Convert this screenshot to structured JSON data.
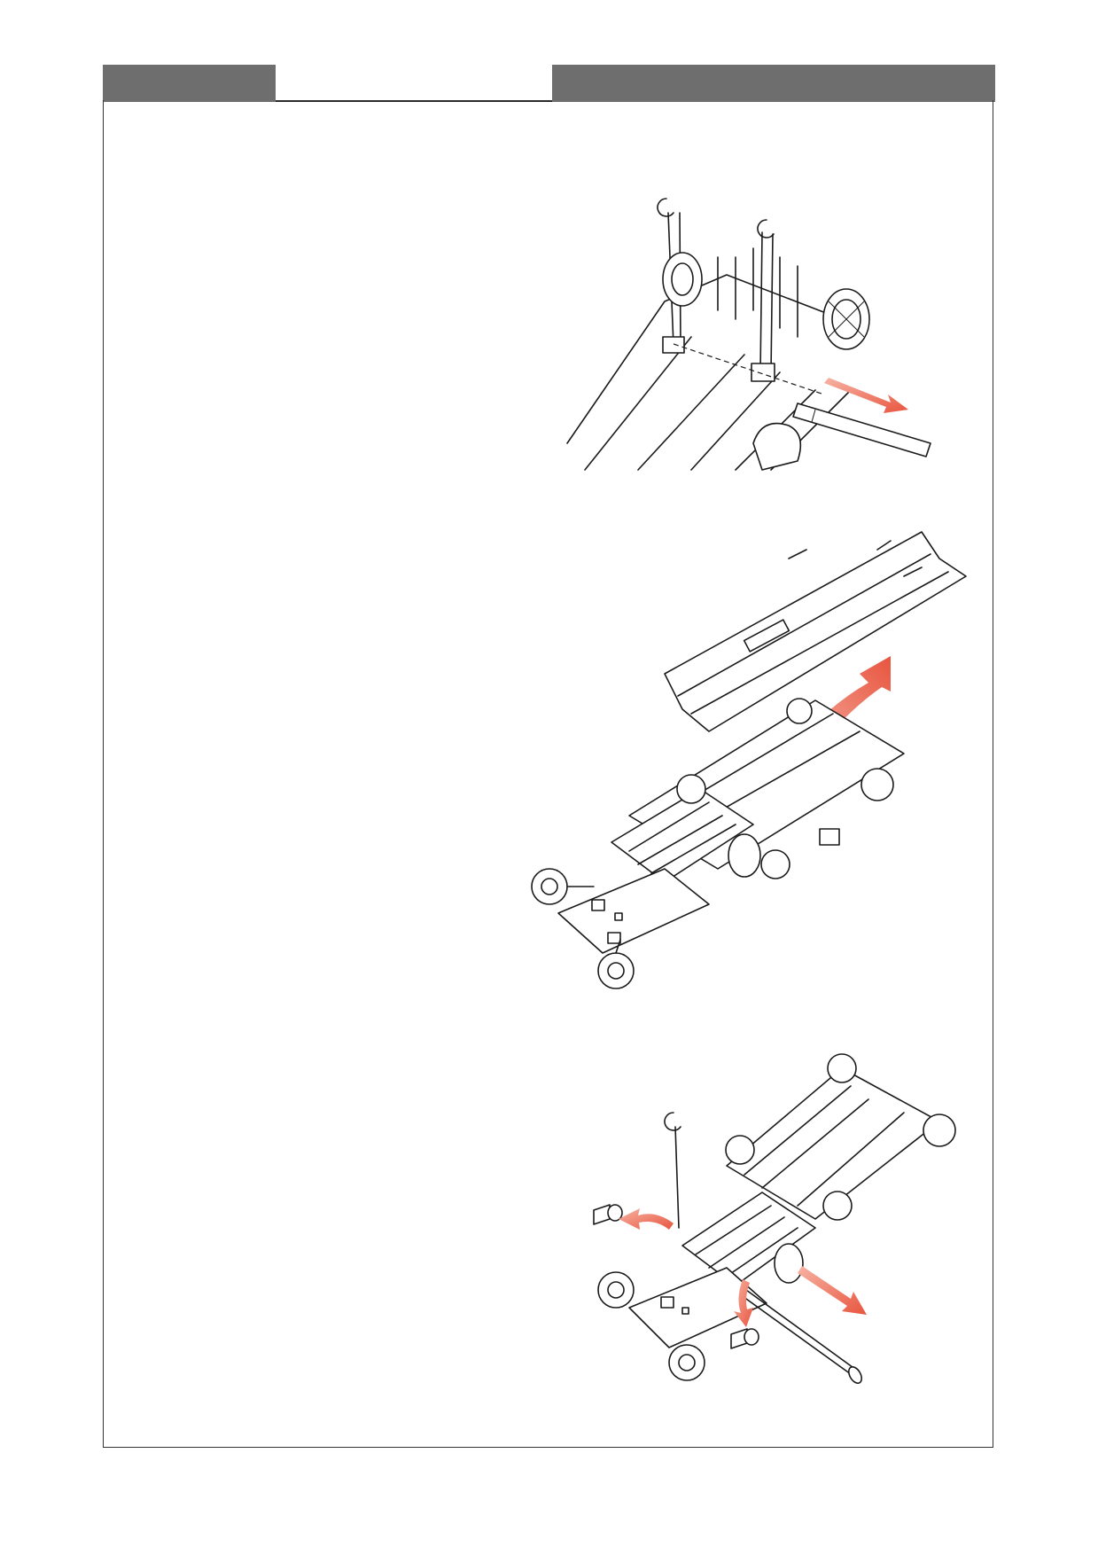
{
  "header": {
    "left_bar_color": "#6e6e6f",
    "right_bar_color": "#6e6e6f",
    "tab_label": ""
  },
  "figures": [
    {
      "icon": "shaft-removal-illustration",
      "arrow_color": "#e8553f"
    },
    {
      "icon": "cover-lift-illustration",
      "arrow_color": "#e8553f"
    },
    {
      "icon": "roller-disassembly-illustration",
      "arrow_color": "#e8553f"
    }
  ]
}
